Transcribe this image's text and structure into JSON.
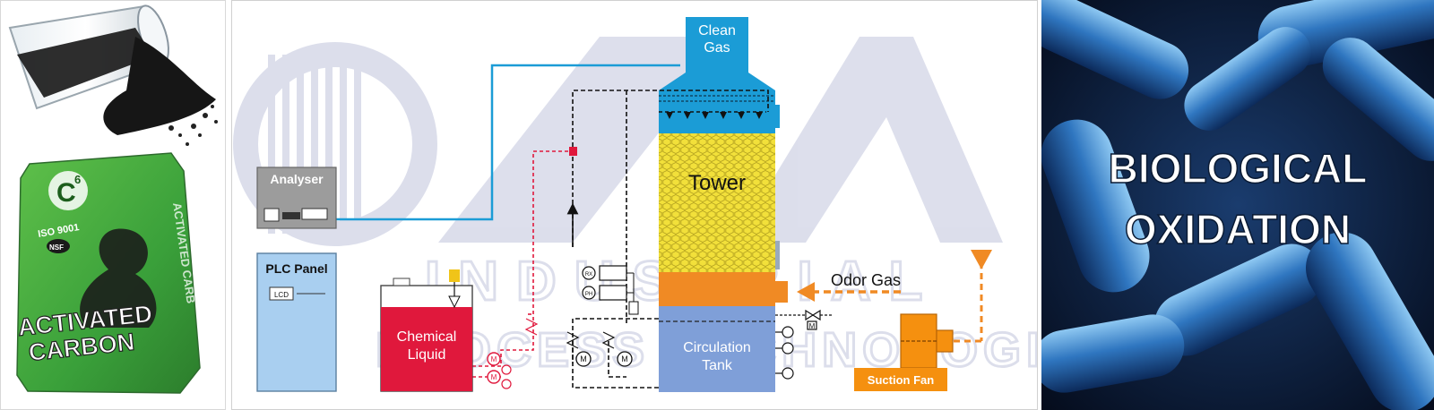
{
  "left_panel": {
    "bag": {
      "brand_mark": "C",
      "brand_superscript": "6",
      "cert": "ISO 9001",
      "seal": "NSF",
      "side_text": "ACTIVATED CARB",
      "line1": "ACTIVATED",
      "line2": "CARBON"
    }
  },
  "diagram": {
    "watermark": {
      "line1": "INDUSTRIAL",
      "line2": "PROCESS TECHNOLOGIES"
    },
    "labels": {
      "clean_gas_1": "Clean",
      "clean_gas_2": "Gas",
      "analyser": "Analyser",
      "plc_panel": "PLC Panel",
      "lcd": "LCD",
      "tower": "Tower",
      "odor_gas": "Odor Gas",
      "chemical_1": "Chemical",
      "chemical_2": "Liquid",
      "circulation_1": "Circulation",
      "circulation_2": "Tank",
      "suction_fan": "Suction Fan",
      "motor": "M",
      "sensor_rx": "RX",
      "sensor_ph": "PH"
    },
    "colors": {
      "clean_gas": "#1b9cd6",
      "tower_packing": "#f2e03a",
      "odor_gas": "#f08a24",
      "chemical_liquid": "#e0183c",
      "circulation_tank": "#7f9fd8",
      "suction_fan": "#f5900f",
      "plc_panel": "#a9cff0",
      "analyser": "#9c9c9c"
    }
  },
  "right_panel": {
    "title_1": "BIOLOGICAL",
    "title_2": "OXIDATION"
  }
}
